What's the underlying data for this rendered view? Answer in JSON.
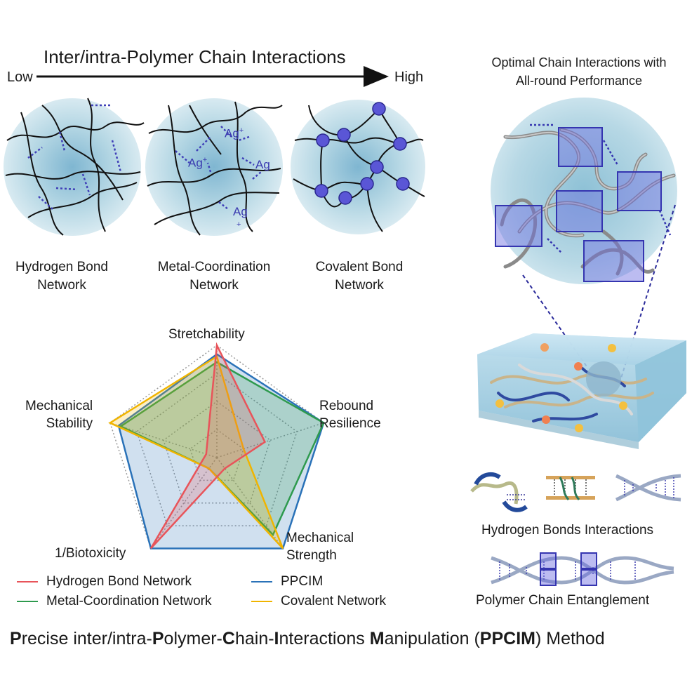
{
  "header": {
    "title": "Inter/intra-Polymer Chain Interactions",
    "low": "Low",
    "high": "High"
  },
  "networks": [
    {
      "label_line1": "Hydrogen Bond",
      "label_line2": "Network"
    },
    {
      "label_line1": "Metal-Coordination",
      "label_line2": "Network",
      "ions": [
        "Ag+",
        "Ag+",
        "Ag",
        "Ag",
        "+"
      ]
    },
    {
      "label_line1": "Covalent Bond",
      "label_line2": "Network"
    }
  ],
  "ion_text": {
    "a": "Ag",
    "sup": "+"
  },
  "radar": {
    "axes": [
      {
        "line1": "Stretchability",
        "line2": ""
      },
      {
        "line1": "Rebound",
        "line2": "Resilience"
      },
      {
        "line1": "Mechanical",
        "line2": "Strength"
      },
      {
        "line1": "1/Biotoxicity",
        "line2": ""
      },
      {
        "line1": "Mechanical",
        "line2": "Stability"
      }
    ]
  },
  "chart_data": {
    "type": "radar",
    "axes": [
      "Stretchability",
      "Rebound Resilience",
      "Mechanical Strength",
      "1/Biotoxicity",
      "Mechanical Stability"
    ],
    "max": 1.0,
    "series": [
      {
        "name": "Hydrogen Bond Network",
        "color": "#e8545a",
        "values": [
          1.0,
          0.45,
          0.12,
          1.0,
          0.1
        ]
      },
      {
        "name": "Metal-Coordination Network",
        "color": "#2e9a4e",
        "values": [
          0.85,
          1.0,
          0.85,
          0.12,
          0.9
        ]
      },
      {
        "name": "PPCIM",
        "color": "#2a72b8",
        "values": [
          0.92,
          1.0,
          1.0,
          1.0,
          0.92
        ]
      },
      {
        "name": "Covalent Network",
        "color": "#f0b400",
        "values": [
          0.9,
          0.25,
          1.0,
          0.12,
          1.0
        ]
      }
    ],
    "grid_levels": 4
  },
  "legend": [
    {
      "label": "Hydrogen Bond Network",
      "color": "#e8545a"
    },
    {
      "label": "PPCIM",
      "color": "#2a72b8"
    },
    {
      "label": "Metal-Coordination Network",
      "color": "#2e9a4e"
    },
    {
      "label": "Covalent Network",
      "color": "#f0b400"
    }
  ],
  "right_panel": {
    "title_line1": "Optimal Chain Interactions with",
    "title_line2": "All-round Performance",
    "hbond_label": "Hydrogen Bonds Interactions",
    "entangle_label": "Polymer Chain Entanglement"
  },
  "footer": {
    "p1b": "P",
    "p1": "recise inter/intra-",
    "p2b": "P",
    "p2": "olymer-",
    "p3b": "C",
    "p3": "hain-",
    "p4b": "I",
    "p4": "nteractions ",
    "p5b": "M",
    "p5": "anipulation (",
    "p6b": "PPCIM",
    "p6": ") Method"
  }
}
